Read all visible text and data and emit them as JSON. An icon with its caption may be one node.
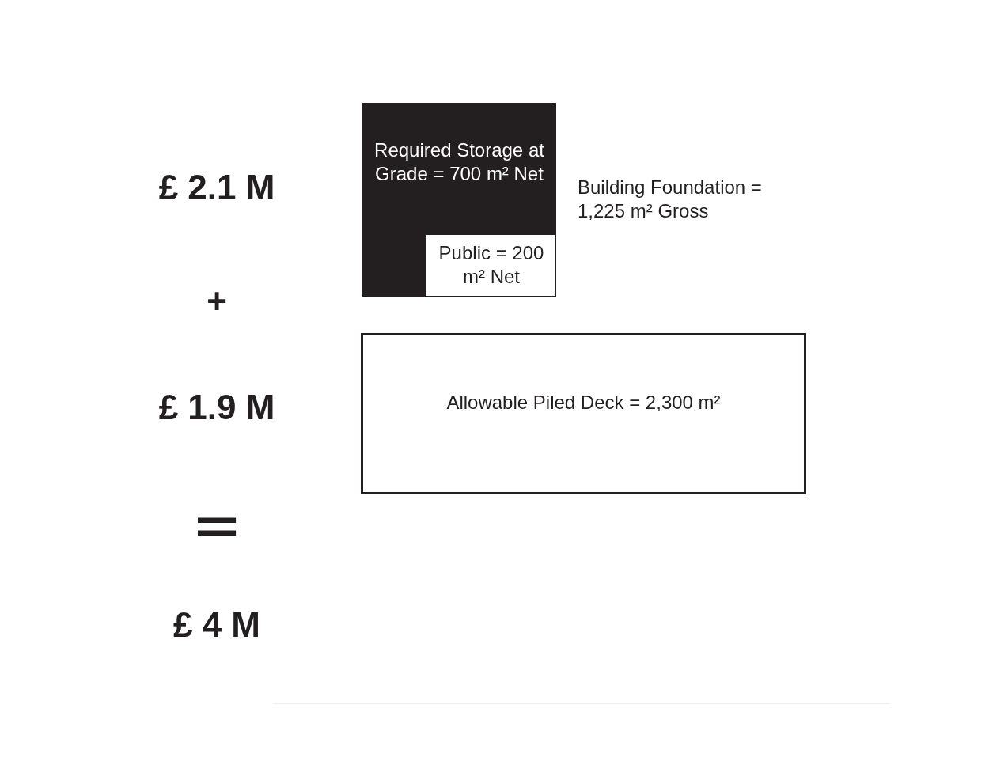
{
  "diagram": {
    "nodes": [
      {
        "text": [
          "Required Storage at Grade = 700 m² Net"
        ],
        "beside": [
          "Building Foundation = 1,225 m² Gross"
        ]
      },
      {
        "text": [
          "Public = 200 m² Net"
        ],
        "in": 0
      },
      {
        "text": [
          "Allowable Piled Deck = 2,300 m²"
        ]
      }
    ],
    "labels": [
      "£ 2.1 M",
      "+",
      "£ 1.9 M",
      "=",
      "£ 4 M"
    ]
  }
}
